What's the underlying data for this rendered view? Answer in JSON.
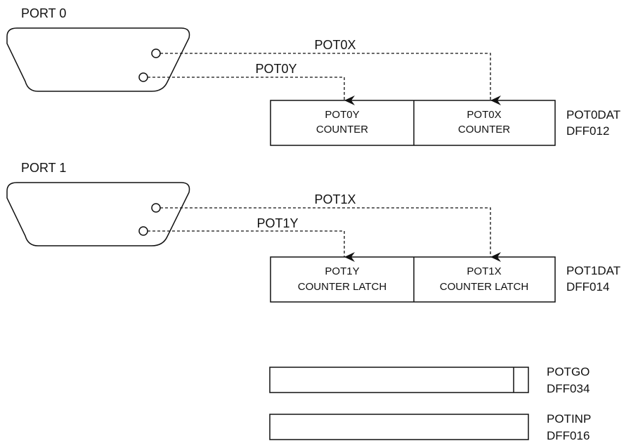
{
  "ports": [
    {
      "label": "PORT 0",
      "x_signal": "POT0X",
      "y_signal": "POT0Y",
      "register": {
        "left_cell": [
          "POT0Y",
          "COUNTER"
        ],
        "right_cell": [
          "POT0X",
          "COUNTER"
        ],
        "name": "POT0DAT",
        "address": "DFF012"
      }
    },
    {
      "label": "PORT 1",
      "x_signal": "POT1X",
      "y_signal": "POT1Y",
      "register": {
        "left_cell": [
          "POT1Y",
          "COUNTER LATCH"
        ],
        "right_cell": [
          "POT1X",
          "COUNTER LATCH"
        ],
        "name": "POT1DAT",
        "address": "DFF014"
      }
    }
  ],
  "potgo": {
    "name": "POTGO",
    "address": "DFF034"
  },
  "potinp": {
    "name": "POTINP",
    "address": "DFF016"
  },
  "colors": {
    "line": "#111111",
    "background": "#ffffff"
  }
}
